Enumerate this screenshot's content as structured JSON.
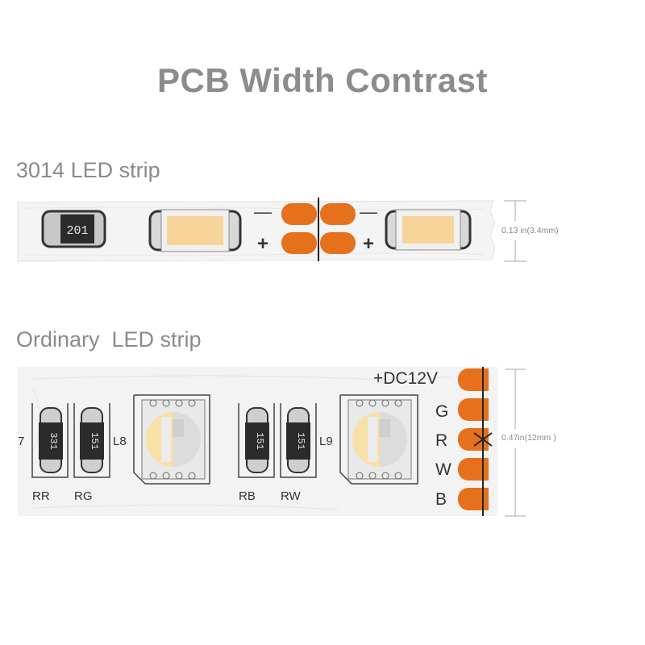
{
  "title": "PCB Width Contrast",
  "strip_3014": {
    "label": "3014 LED strip",
    "resistor_code": "201",
    "pad_minus": "—",
    "pad_plus": "+",
    "width_label": "0.13 in(3.4mm)"
  },
  "strip_ordinary": {
    "label": "Ordinary  LED strip",
    "resistor_codes": [
      "331",
      "151",
      "151",
      "151"
    ],
    "resistor_labels": [
      "RR",
      "RG",
      "RB",
      "RW"
    ],
    "led_labels": [
      "L8",
      "L9"
    ],
    "edge_label": "7",
    "pin_labels": [
      "+DC12V",
      "G",
      "R",
      "W",
      "B"
    ],
    "width_label": "0.47in(12mm )"
  },
  "colors": {
    "title": "#8c8c8c",
    "pad": "#e6711c",
    "led_warm": "#f7d49a",
    "chip_dark": "#2b2b2b"
  }
}
